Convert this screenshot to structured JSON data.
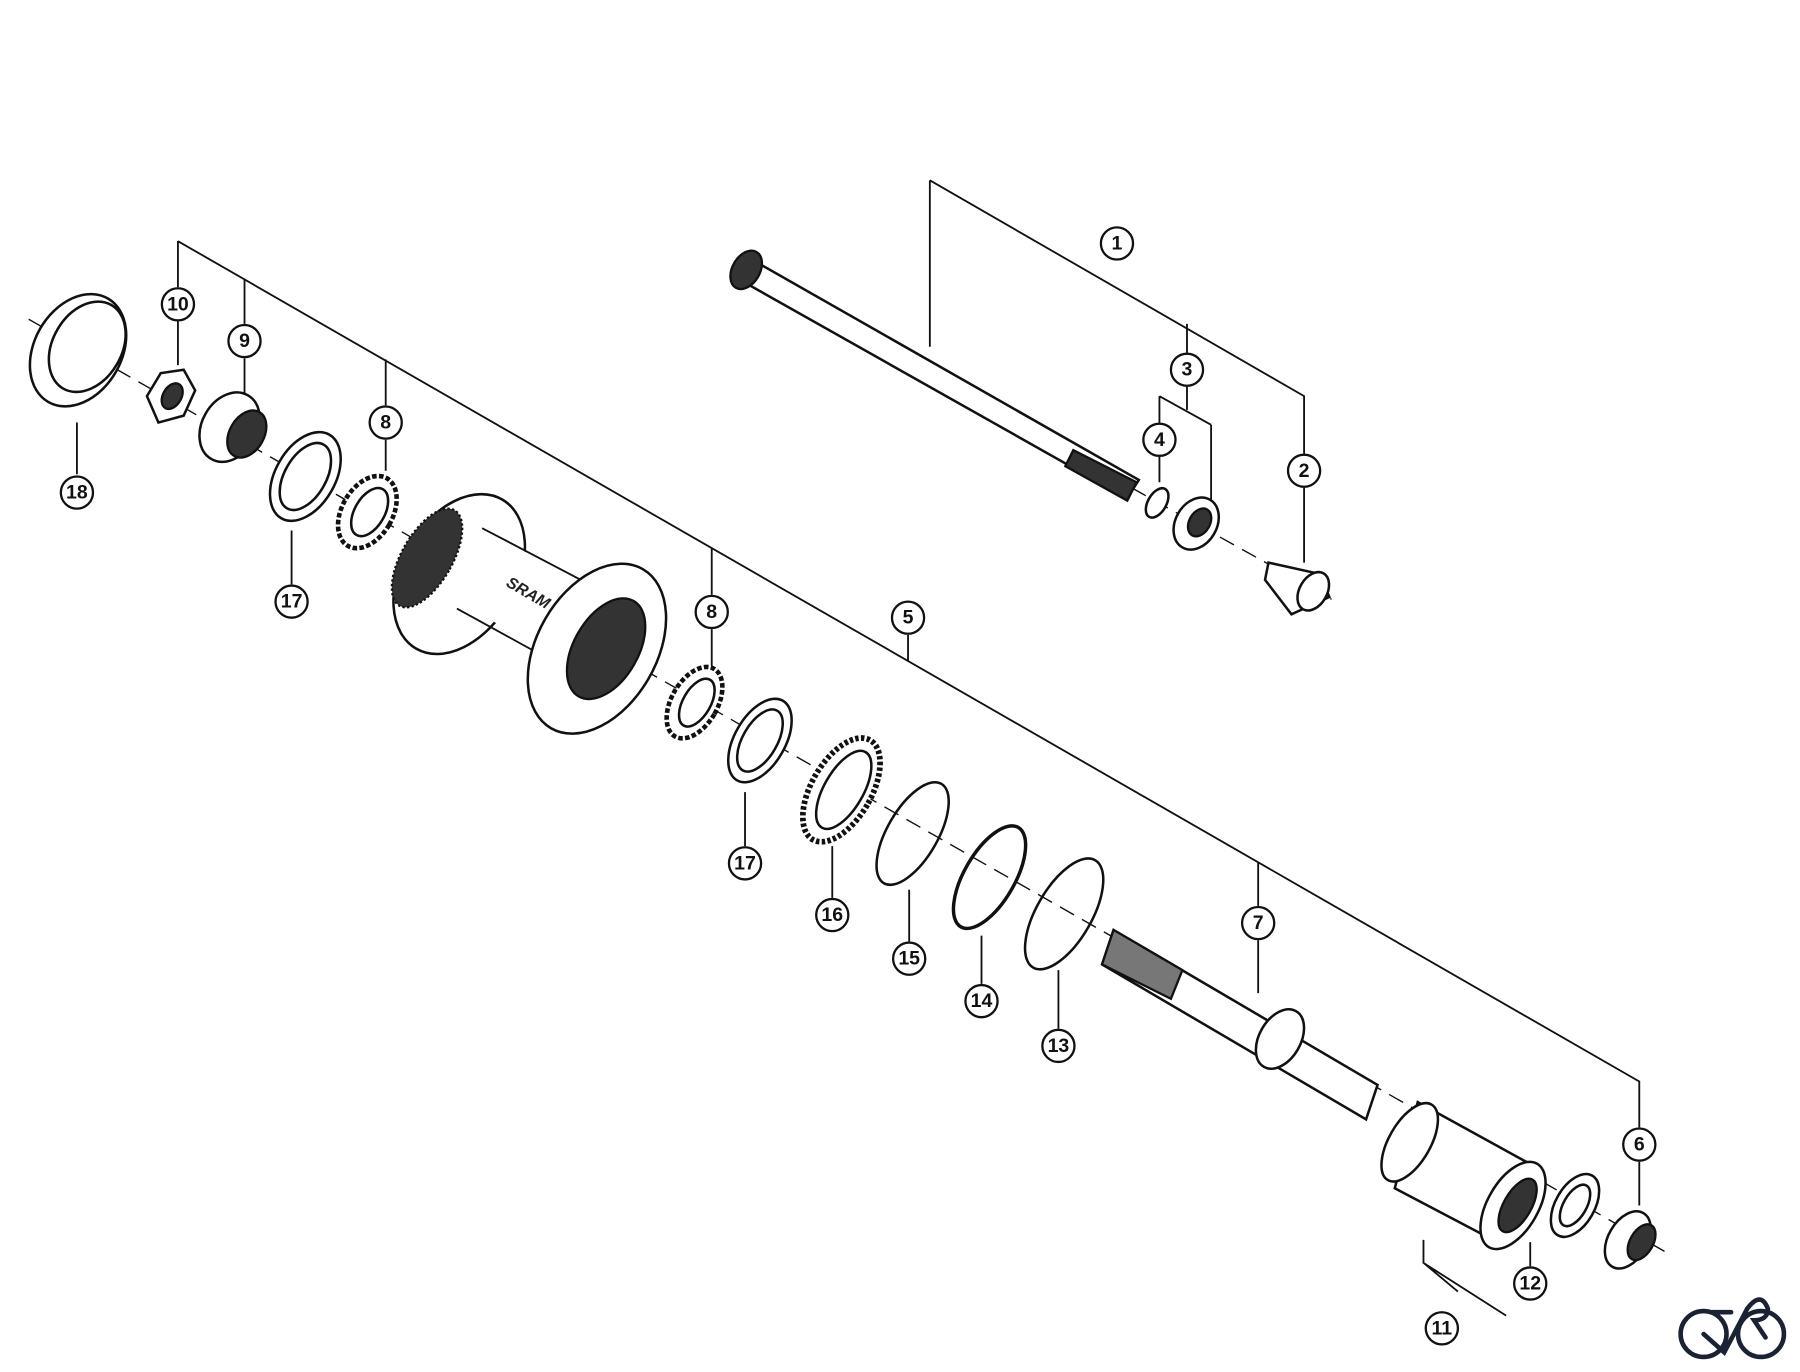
{
  "diagram": {
    "title": "Rear hub exploded parts diagram",
    "callouts": [
      {
        "id": "c1",
        "label": "1"
      },
      {
        "id": "c2",
        "label": "2"
      },
      {
        "id": "c3",
        "label": "3"
      },
      {
        "id": "c4",
        "label": "4"
      },
      {
        "id": "c5",
        "label": "5"
      },
      {
        "id": "c6",
        "label": "6"
      },
      {
        "id": "c7",
        "label": "7"
      },
      {
        "id": "c8a",
        "label": "8"
      },
      {
        "id": "c8b",
        "label": "8"
      },
      {
        "id": "c9",
        "label": "9"
      },
      {
        "id": "c10",
        "label": "10"
      },
      {
        "id": "c11",
        "label": "11"
      },
      {
        "id": "c12",
        "label": "12"
      },
      {
        "id": "c13",
        "label": "13"
      },
      {
        "id": "c14",
        "label": "14"
      },
      {
        "id": "c15",
        "label": "15"
      },
      {
        "id": "c16",
        "label": "16"
      },
      {
        "id": "c17a",
        "label": "17"
      },
      {
        "id": "c17b",
        "label": "17"
      },
      {
        "id": "c18",
        "label": "18"
      }
    ],
    "hub_brand": "SRAM",
    "logo": "bike-logo-icon",
    "line_color": "#111111",
    "logo_color": "#1b2233"
  }
}
